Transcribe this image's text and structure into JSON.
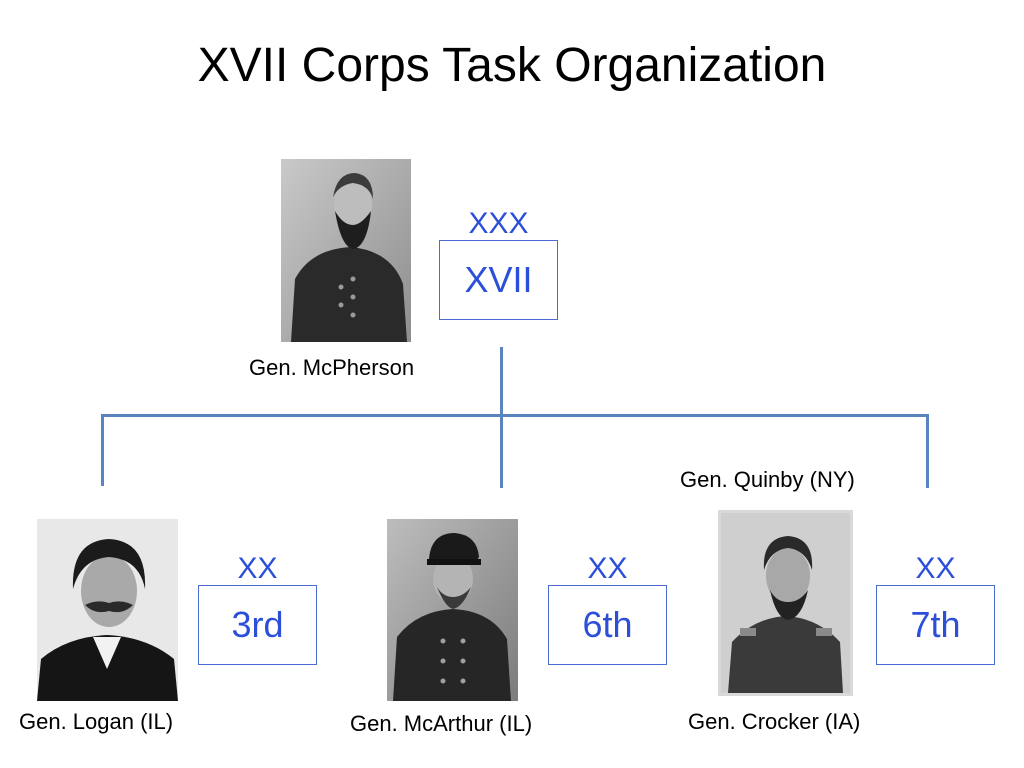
{
  "title": "XVII Corps Task Organization",
  "colors": {
    "symbol": "#2b4fd8",
    "connector": "#5a84bf"
  },
  "corps": {
    "echelon": "XXX",
    "unit": "XVII",
    "commander": "Gen. McPherson",
    "portrait_icon": "portrait-photo-icon"
  },
  "divisions": [
    {
      "echelon": "XX",
      "unit": "3rd",
      "commander": "Gen. Logan (IL)"
    },
    {
      "echelon": "XX",
      "unit": "6th",
      "commander": "Gen. McArthur (IL)"
    },
    {
      "echelon": "XX",
      "unit": "7th",
      "commander": "Gen. Crocker (IA)",
      "prior_commander": "Gen. Quinby (NY)"
    }
  ]
}
